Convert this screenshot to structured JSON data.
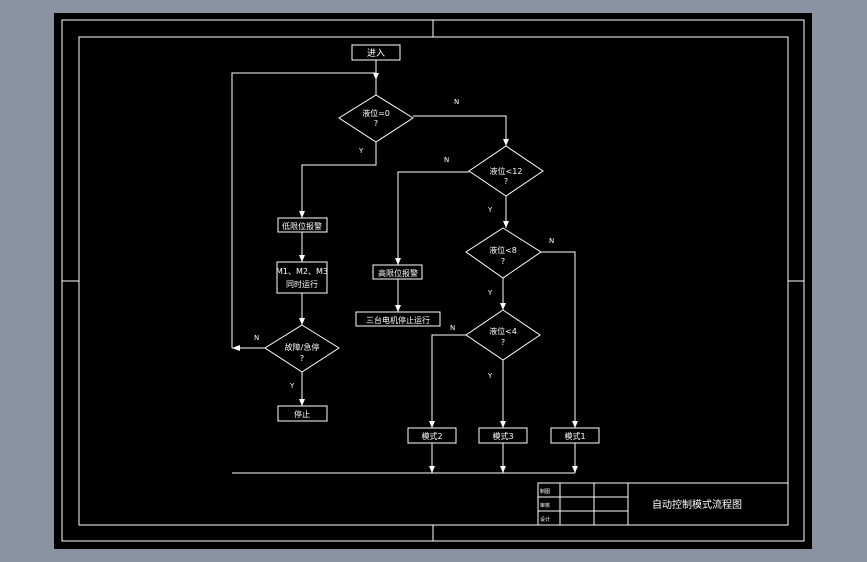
{
  "colors": {
    "background": "#8b93a3",
    "sheet": "#000000",
    "line": "#ffffff"
  },
  "flowchart": {
    "start": "进入",
    "decision_level0": {
      "line1": "液位=0",
      "line2": "?"
    },
    "decision_level12": {
      "line1": "液位<12",
      "line2": "?"
    },
    "decision_level8": {
      "line1": "液位<8",
      "line2": "?"
    },
    "decision_level4": {
      "line1": "液位<4",
      "line2": "?"
    },
    "low_alarm": "低限位报警",
    "motors_run": {
      "line1": "M1、M2、M3",
      "line2": "同时运行"
    },
    "decision_fault": {
      "line1": "故障/急停",
      "line2": "?"
    },
    "stop": "停止",
    "high_alarm": "高限位报警",
    "motors_stop": "三台电机停止运行",
    "mode2": "模式2",
    "mode3": "模式3",
    "mode1": "模式1",
    "yes": "Y",
    "no": "N"
  },
  "title_block": {
    "row_labels": [
      "制图",
      "审核",
      "设计"
    ],
    "title": "自动控制模式流程图"
  }
}
